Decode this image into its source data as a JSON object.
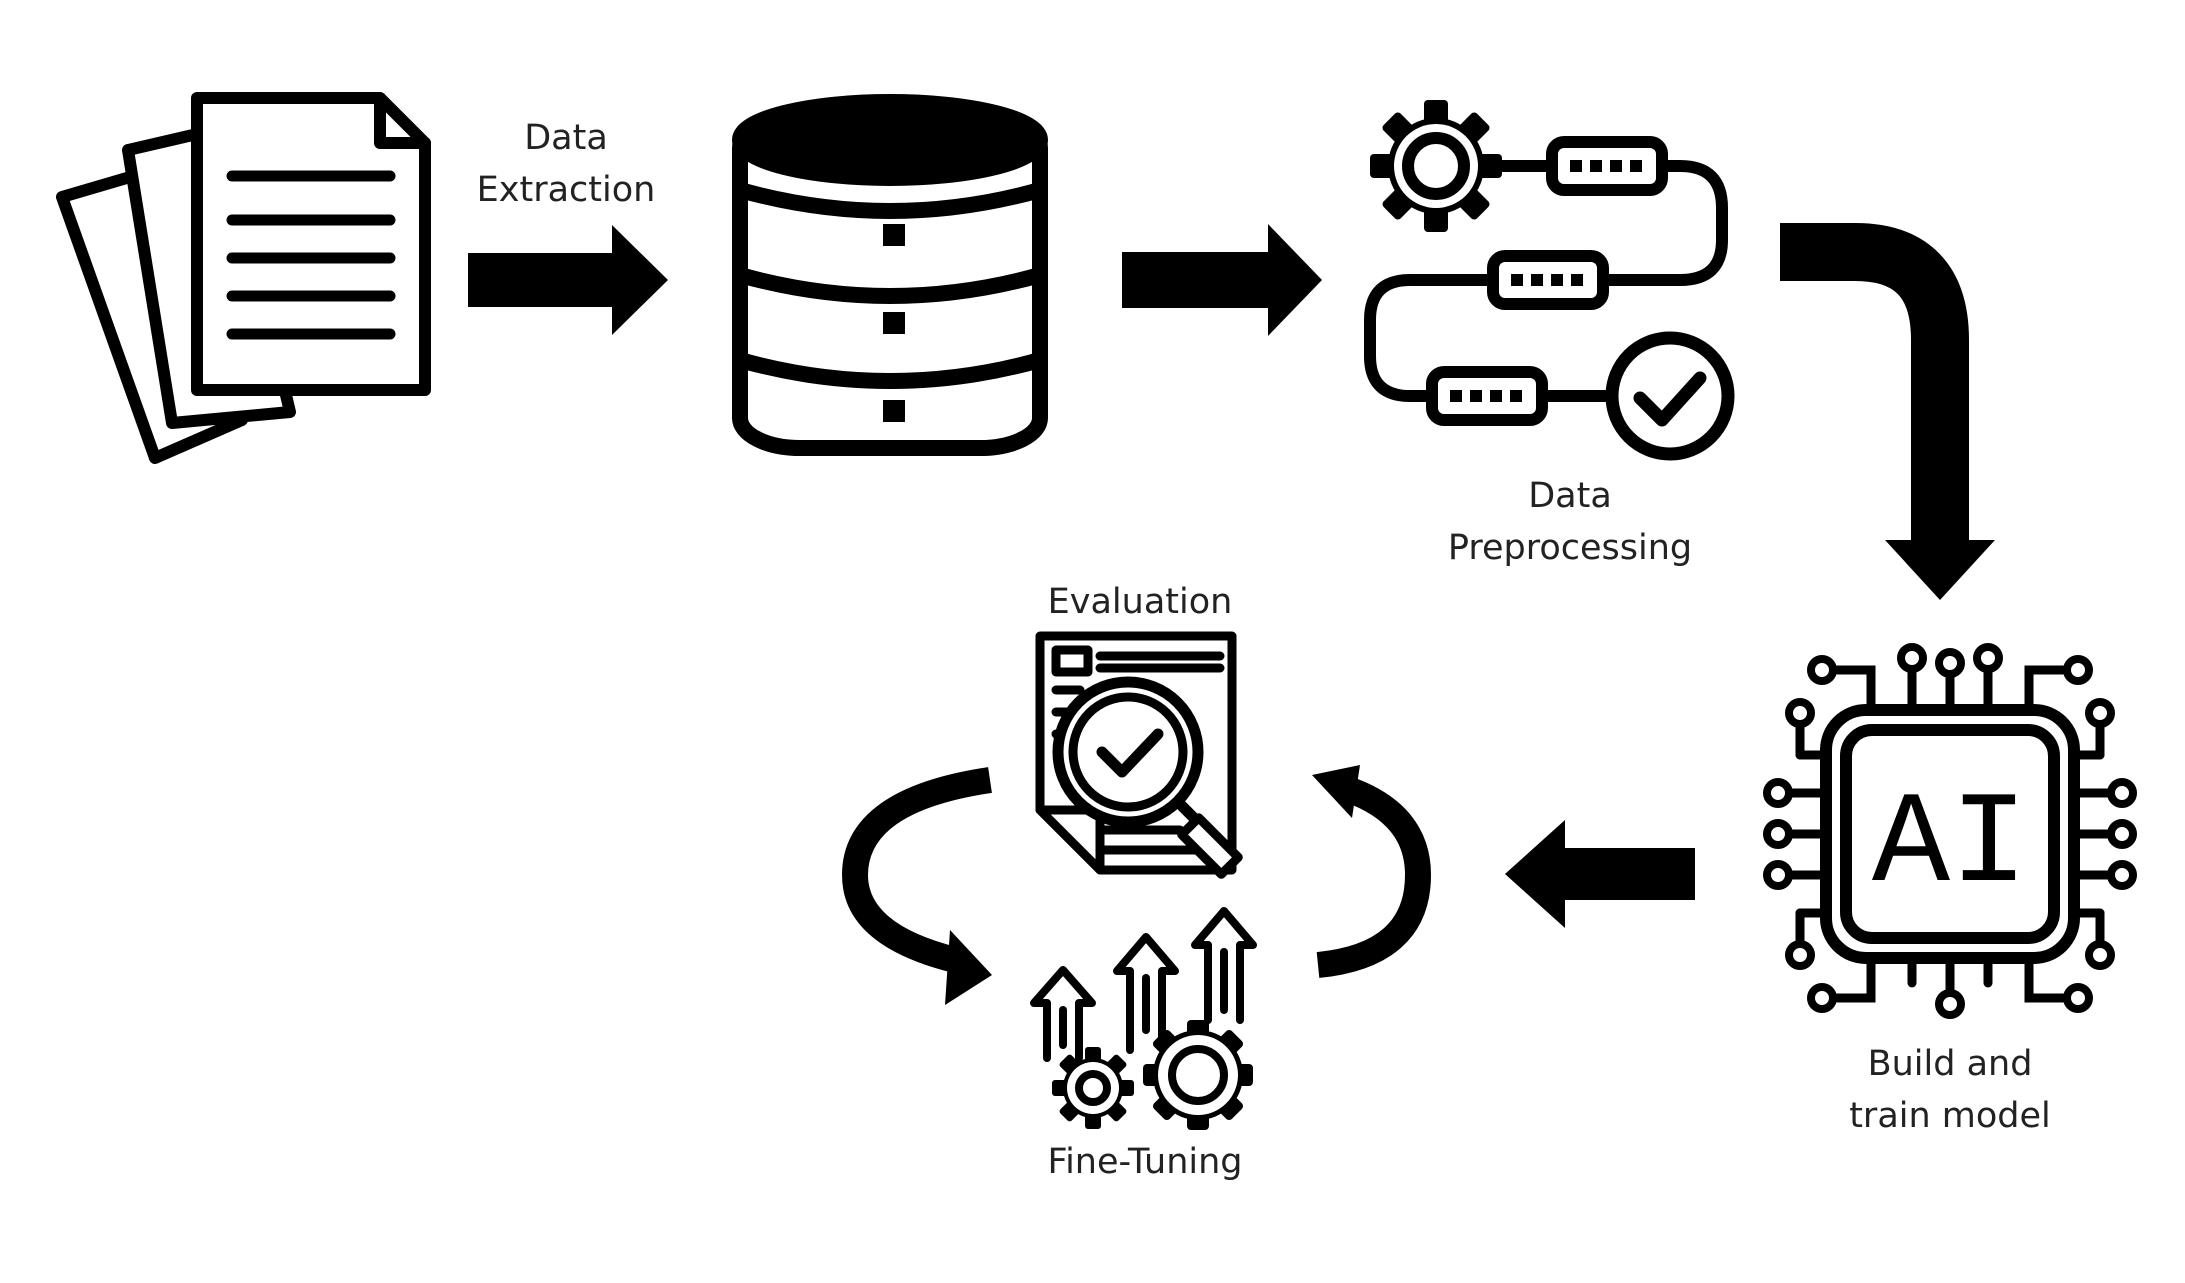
{
  "labels": {
    "extraction": [
      "Data",
      "Extraction"
    ],
    "preprocessing": [
      "Data",
      "Preprocessing"
    ],
    "build": [
      "Build and",
      "train model"
    ],
    "evaluation": "Evaluation",
    "finetuning": "Fine-Tuning"
  },
  "chip_text": "AI",
  "colors": {
    "ink": "#000000",
    "background": "#ffffff",
    "text": "#222222"
  },
  "icons": [
    "documents-icon",
    "database-icon",
    "pipeline-icon",
    "ai-chip-icon",
    "evaluation-icon",
    "fine-tuning-icon"
  ]
}
